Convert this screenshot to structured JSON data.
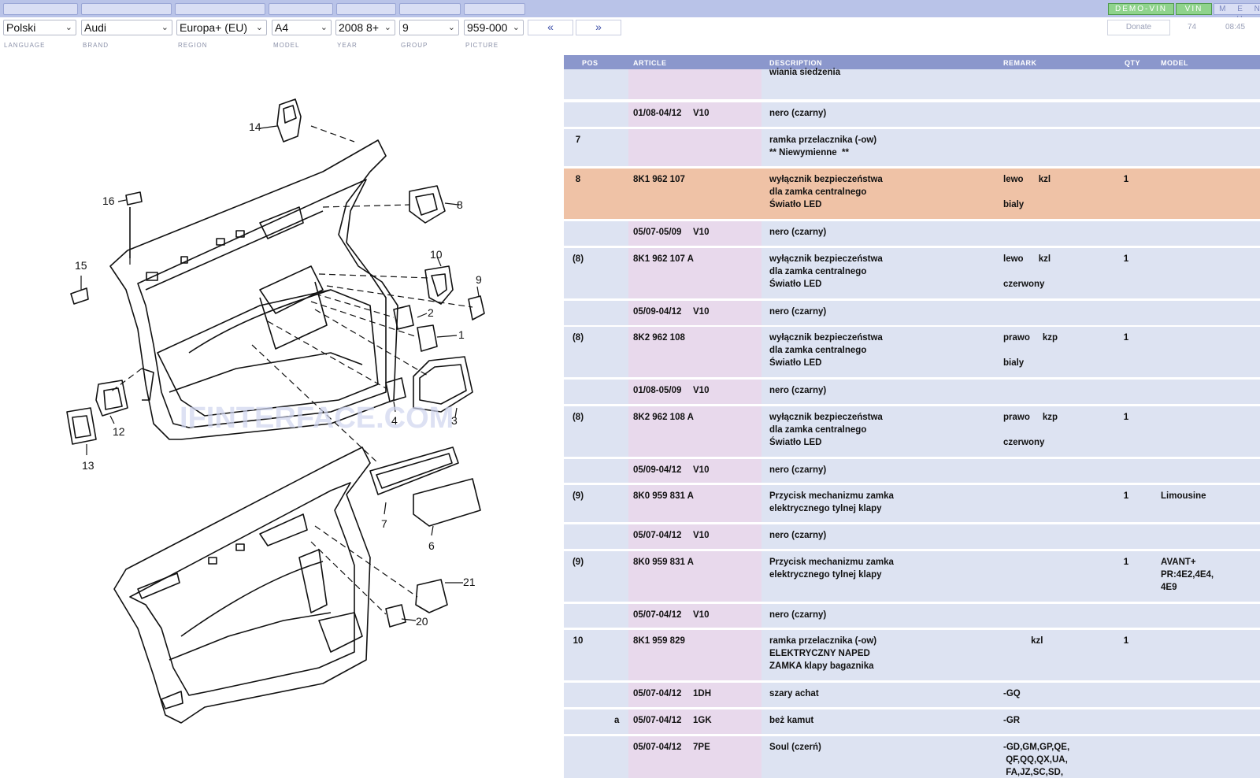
{
  "toolbar": {
    "demo_vin": "DEMO-VIN",
    "vin": "VIN",
    "menu": "M E N U",
    "donate": "Donate",
    "count": "74",
    "time": "08:45",
    "prev": "«",
    "next": "»"
  },
  "selectors": [
    {
      "label": "LANGUAGE",
      "value": "Polski"
    },
    {
      "label": "BRAND",
      "value": "Audi"
    },
    {
      "label": "REGION",
      "value": "Europa+ (EU)"
    },
    {
      "label": "MODEL",
      "value": "A4"
    },
    {
      "label": "YEAR",
      "value": "2008  8+"
    },
    {
      "label": "GROUP",
      "value": "9"
    },
    {
      "label": "PICTURE",
      "value": "959-000"
    }
  ],
  "diagram": {
    "watermark": "IFINTERFACE.COM",
    "callouts": [
      "14",
      "16",
      "15",
      "8",
      "10",
      "9",
      "2",
      "1",
      "12",
      "13",
      "4",
      "3",
      "7",
      "6",
      "21",
      "20"
    ]
  },
  "table": {
    "headers": {
      "pos": "POS",
      "article": "ARTICLE",
      "description": "DESCRIPTION",
      "remark": "REMARK",
      "qty": "QTY",
      "model": "MODEL"
    },
    "rows": [
      {
        "pos": "",
        "sub": "",
        "article": "",
        "code": "",
        "description": "wiania siedzenia",
        "remark": "",
        "qty": "",
        "model": ""
      },
      {
        "pos": "",
        "sub": "",
        "article": "01/08-04/12",
        "code": "V10",
        "description": "nero (czarny)",
        "remark": "",
        "qty": "",
        "model": ""
      },
      {
        "pos": "7",
        "sub": "",
        "article": "",
        "code": "",
        "description": "ramka przelacznika (-ow)\n** Niewymienne  **",
        "remark": "",
        "qty": "",
        "model": ""
      },
      {
        "pos": "8",
        "sub": "",
        "article": "8K1 962 107",
        "code": "",
        "description": "wyłącznik bezpieczeństwa\ndla zamka centralnego\nŚwiatło LED",
        "remark": "lewo      kzl\n\nbialy",
        "qty": "1",
        "model": "",
        "highlight": true
      },
      {
        "pos": "",
        "sub": "",
        "article": "05/07-05/09",
        "code": "V10",
        "description": "nero (czarny)",
        "remark": "",
        "qty": "",
        "model": ""
      },
      {
        "pos": "(8)",
        "sub": "",
        "article": "8K1 962 107 A",
        "code": "",
        "description": "wyłącznik bezpieczeństwa\ndla zamka centralnego\nŚwiatło LED",
        "remark": "lewo      kzl\n\nczerwony",
        "qty": "1",
        "model": ""
      },
      {
        "pos": "",
        "sub": "",
        "article": "05/09-04/12",
        "code": "V10",
        "description": "nero (czarny)",
        "remark": "",
        "qty": "",
        "model": ""
      },
      {
        "pos": "(8)",
        "sub": "",
        "article": "8K2 962 108",
        "code": "",
        "description": "wyłącznik bezpieczeństwa\ndla zamka centralnego\nŚwiatło LED",
        "remark": "prawo     kzp\n\nbialy",
        "qty": "1",
        "model": ""
      },
      {
        "pos": "",
        "sub": "",
        "article": "01/08-05/09",
        "code": "V10",
        "description": "nero (czarny)",
        "remark": "",
        "qty": "",
        "model": ""
      },
      {
        "pos": "(8)",
        "sub": "",
        "article": "8K2 962 108 A",
        "code": "",
        "description": "wyłącznik bezpieczeństwa\ndla zamka centralnego\nŚwiatło LED",
        "remark": "prawo     kzp\n\nczerwony",
        "qty": "1",
        "model": ""
      },
      {
        "pos": "",
        "sub": "",
        "article": "05/09-04/12",
        "code": "V10",
        "description": "nero (czarny)",
        "remark": "",
        "qty": "",
        "model": ""
      },
      {
        "pos": "(9)",
        "sub": "",
        "article": "8K0 959 831 A",
        "code": "",
        "description": "Przycisk mechanizmu zamka\nelektrycznego tylnej klapy",
        "remark": "",
        "qty": "1",
        "model": "Limousine"
      },
      {
        "pos": "",
        "sub": "",
        "article": "05/07-04/12",
        "code": "V10",
        "description": "nero (czarny)",
        "remark": "",
        "qty": "",
        "model": ""
      },
      {
        "pos": "(9)",
        "sub": "",
        "article": "8K0 959 831 A",
        "code": "",
        "description": "Przycisk mechanizmu zamka\nelektrycznego tylnej klapy",
        "remark": "",
        "qty": "1",
        "model": "AVANT+\nPR:4E2,4E4,\n4E9"
      },
      {
        "pos": "",
        "sub": "",
        "article": "05/07-04/12",
        "code": "V10",
        "description": "nero (czarny)",
        "remark": "",
        "qty": "",
        "model": ""
      },
      {
        "pos": "10",
        "sub": "",
        "article": "8K1 959 829",
        "code": "",
        "description": "ramka przelacznika (-ow)\nELEKTRYCZNY NAPED\nZAMKA klapy bagaznika",
        "remark": "           kzl",
        "qty": "1",
        "model": ""
      },
      {
        "pos": "",
        "sub": "",
        "article": "05/07-04/12",
        "code": "1DH",
        "description": "szary achat",
        "remark": "-GQ",
        "qty": "",
        "model": ""
      },
      {
        "pos": "",
        "sub": "a",
        "article": "05/07-04/12",
        "code": "1GK",
        "description": "beż kamut",
        "remark": "-GR",
        "qty": "",
        "model": ""
      },
      {
        "pos": "",
        "sub": "",
        "article": "05/07-04/12",
        "code": "7PE",
        "description": "Soul (czerń)",
        "remark": "-GD,GM,GP,QE,\n QF,QQ,QX,UA,\n FA,JZ,SC,SD,\n SG,SH,SJ,SK",
        "qty": "",
        "model": ""
      }
    ]
  }
}
